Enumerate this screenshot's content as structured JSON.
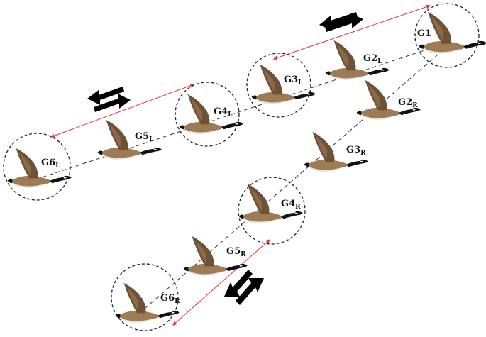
{
  "labels": {
    "g1": "G1",
    "g2l": "G2",
    "g2l_sub": "L",
    "g3l": "G3",
    "g3l_sub": "L",
    "g4l": "G4",
    "g4l_sub": "L",
    "g5l": "G5",
    "g5l_sub": "L",
    "g6l": "G6",
    "g6l_sub": "L",
    "g2r": "G2",
    "g2r_sub": "R",
    "g3r": "G3",
    "g3r_sub": "R",
    "g4r": "G4",
    "g4r_sub": "R",
    "g5r": "G5",
    "g5r_sub": "R",
    "g6r": "G6",
    "g6r_sub": "R"
  },
  "colors": {
    "background": "#ffffff",
    "circle": "#222222",
    "dashed_line": "#333333",
    "red_arrow": "#e8343b",
    "black_arrow": "#000000",
    "goose_body": "#9c7b55",
    "goose_wing": "#6e5235",
    "goose_neck": "#111111",
    "goose_cheek": "#ffffff"
  }
}
